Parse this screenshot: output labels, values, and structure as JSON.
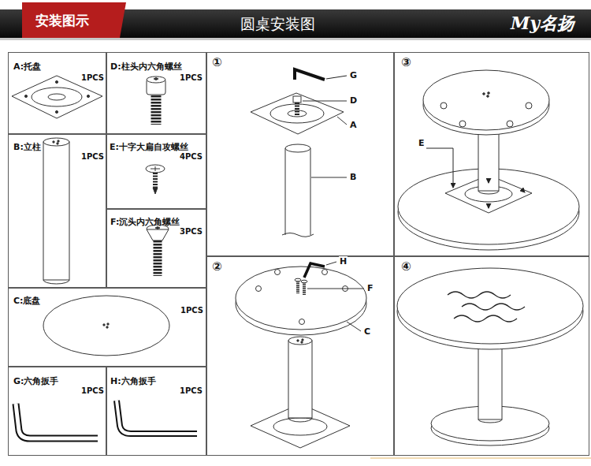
{
  "diagram": {
    "title": "圆桌安装图",
    "nodes": [
      {
        "text": [
          "A:托盘",
          "1PCS"
        ]
      },
      {
        "text": [
          "D:柱头内六角螺丝",
          "1PCS"
        ]
      },
      {
        "text": [
          "B:立柱",
          "1PCS"
        ]
      },
      {
        "text": [
          "E:十字大扁自攻螺丝",
          "4PCS"
        ]
      },
      {
        "text": [
          "F:沉头内六角螺丝",
          "3PCS"
        ]
      },
      {
        "text": [
          "C:底盘",
          "1PCS"
        ]
      },
      {
        "text": [
          "G:六角扳手",
          "1PCS"
        ]
      },
      {
        "text": [
          "H:六角扳手",
          "1PCS"
        ]
      },
      {
        "text": [
          "①"
        ]
      },
      {
        "text": [
          "③"
        ]
      },
      {
        "text": [
          "②"
        ]
      },
      {
        "text": [
          "④"
        ]
      }
    ],
    "labels": [
      "安装图示",
      "My名扬",
      "G",
      "D",
      "A",
      "B",
      "H",
      "F",
      "C",
      "E"
    ]
  }
}
